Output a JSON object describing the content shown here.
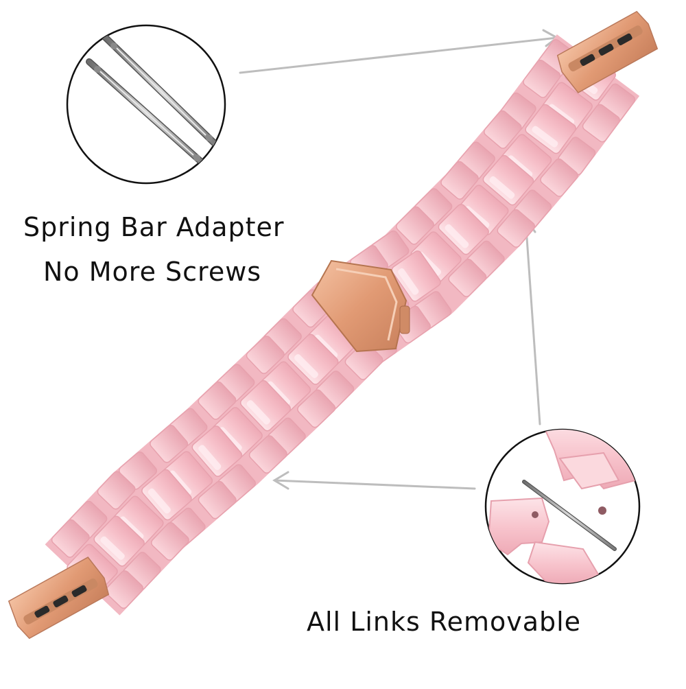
{
  "captions": {
    "spring_bar_line1": "Spring Bar Adapter",
    "spring_bar_line2": "No More Screws",
    "links": "All Links Removable"
  },
  "colors": {
    "band_pink": "#f7c4cc",
    "band_light": "#fde2e6",
    "band_shadow": "#e9a9b4",
    "rose_gold": "#e6a37e",
    "lug_slot": "#2a2a2a",
    "spring_bar_steel": "#9a9a9a",
    "arrow": "#bdbdbd"
  },
  "icons": {
    "spring_bar_inset": "spring-bar-pins",
    "link_inset": "removable-link-pin"
  }
}
